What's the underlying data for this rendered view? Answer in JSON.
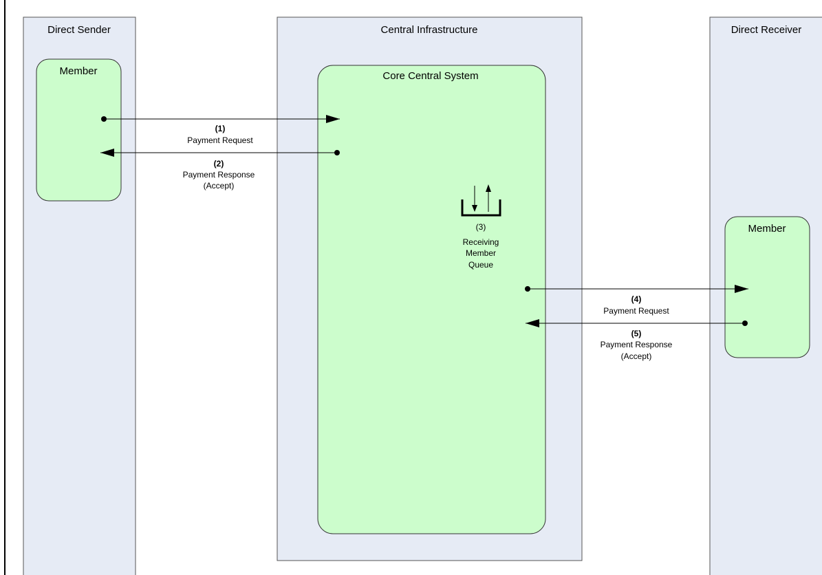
{
  "lanes": {
    "sender": {
      "title": "Direct Sender"
    },
    "central": {
      "title": "Central Infrastructure"
    },
    "receiver": {
      "title": "Direct Receiver"
    }
  },
  "boxes": {
    "sender_member": {
      "title": "Member"
    },
    "core": {
      "title": "Core Central System"
    },
    "receiver_member": {
      "title": "Member"
    }
  },
  "steps": [
    {
      "num": "(1)",
      "lines": [
        "Payment Request"
      ]
    },
    {
      "num": "(2)",
      "lines": [
        "Payment Response",
        "(Accept)"
      ]
    },
    {
      "num": "(3)",
      "lines": [
        "Receiving",
        "Member",
        "Queue"
      ]
    },
    {
      "num": "(4)",
      "lines": [
        "Payment Request"
      ]
    },
    {
      "num": "(5)",
      "lines": [
        "Payment Response",
        "(Accept)"
      ]
    }
  ],
  "icons": {
    "queue": "queue-icon"
  },
  "colors": {
    "lane_fill": "#e6ebf5",
    "box_fill": "#ccfdcc",
    "stroke": "#333333",
    "line": "#000000"
  }
}
